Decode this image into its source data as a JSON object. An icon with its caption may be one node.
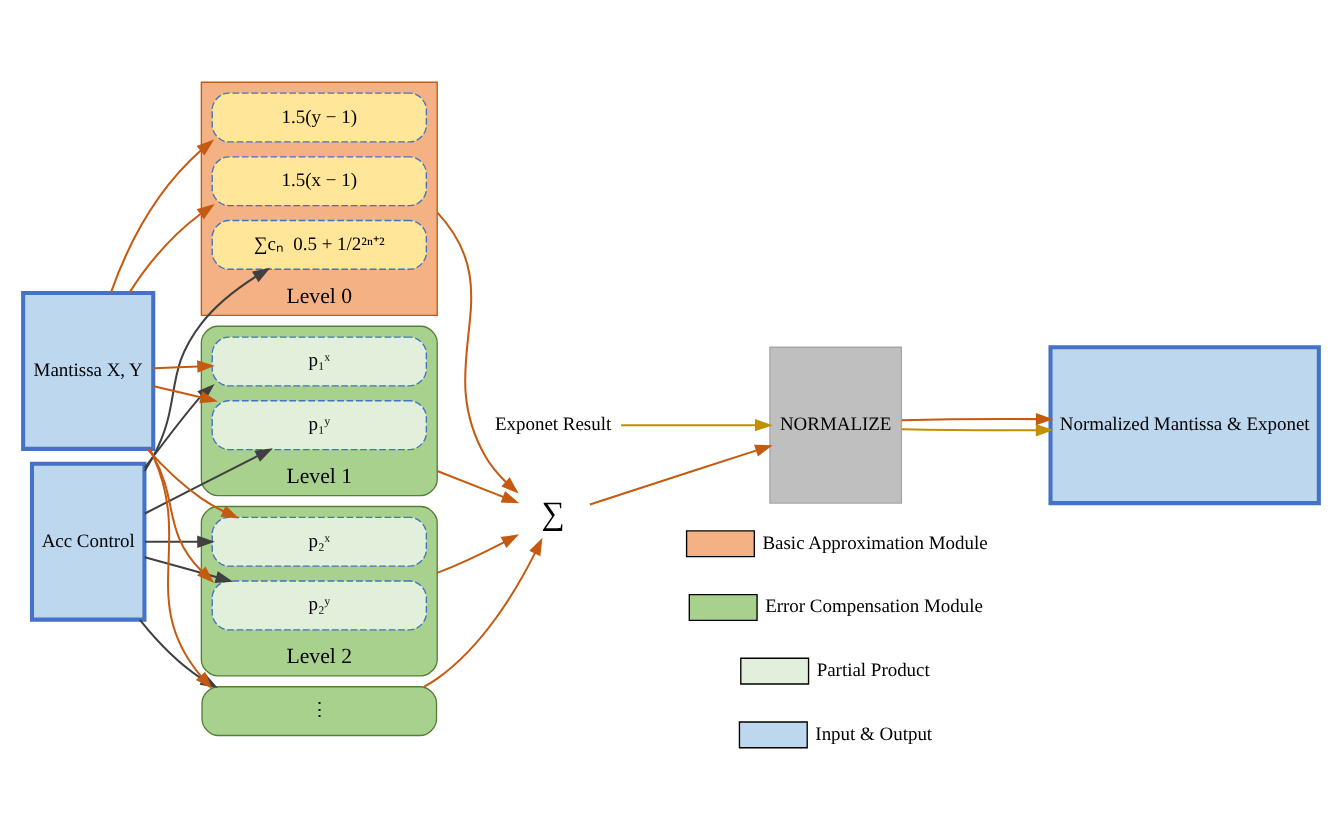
{
  "diagram": {
    "nodes": [
      {
        "text": [
          "Acc Control"
        ]
      },
      {
        "text": [
          "Mantissa X, Y"
        ]
      },
      {
        "text": [
          "Level 0"
        ]
      },
      {
        "text": [
          "∑cₙ  0.5 + 1/2²ⁿ⁺²"
        ],
        "in": 2
      },
      {
        "text": [
          "1.5(x − 1)"
        ],
        "in": 2
      },
      {
        "text": [
          "1.5(y − 1)"
        ],
        "in": 2
      },
      {
        "text": [
          "Level 1"
        ]
      },
      {
        "text": [
          "p₁ˣ"
        ],
        "in": 6
      },
      {
        "text": [
          "p₁ʸ"
        ],
        "in": 6
      },
      {
        "text": [
          "Level 2"
        ]
      },
      {
        "text": [
          "p₂ˣ"
        ],
        "in": 9
      },
      {
        "text": [
          "p₂ʸ"
        ],
        "in": 9
      },
      {
        "text": [
          "⋮"
        ]
      },
      {
        "text": [
          "∑"
        ]
      },
      {
        "text": [
          "Exponet Result"
        ]
      },
      {
        "text": [
          "NORMALIZE"
        ]
      },
      {
        "text": [
          "Normalized Mantissa & Exponet"
        ]
      }
    ],
    "edges": [
      {
        "from": 0,
        "to": 3,
        "arrow": "to",
        "color": "#404040"
      },
      {
        "from": 0,
        "to": 7,
        "arrow": "to",
        "color": "#404040"
      },
      {
        "from": 0,
        "to": 8,
        "arrow": "to",
        "color": "#404040"
      },
      {
        "from": 0,
        "to": 10,
        "arrow": "to",
        "color": "#404040"
      },
      {
        "from": 0,
        "to": 11,
        "arrow": "to",
        "color": "#404040"
      },
      {
        "from": 0,
        "to": 12,
        "arrow": "to",
        "color": "#404040"
      },
      {
        "from": 1,
        "to": 4,
        "arrow": "to"
      },
      {
        "from": 1,
        "to": 5,
        "arrow": "to"
      },
      {
        "from": 1,
        "to": 7,
        "arrow": "to"
      },
      {
        "from": 1,
        "to": 8,
        "arrow": "to"
      },
      {
        "from": 1,
        "to": 10,
        "arrow": "to"
      },
      {
        "from": 1,
        "to": 11,
        "arrow": "to"
      },
      {
        "from": 1,
        "to": 12,
        "arrow": "to"
      },
      {
        "from": 2,
        "to": 13,
        "arrow": "to"
      },
      {
        "from": 6,
        "to": 13,
        "arrow": "to"
      },
      {
        "from": 9,
        "to": 13,
        "arrow": "to"
      },
      {
        "from": 12,
        "to": 13,
        "arrow": "to"
      },
      {
        "from": 14,
        "to": 15,
        "arrow": "to",
        "color": "#bf9000"
      },
      {
        "from": 13,
        "to": 15,
        "arrow": "to"
      },
      {
        "from": 15,
        "to": 16,
        "arrow": "to",
        "color": "#bf9000"
      },
      {
        "from": 15,
        "to": 16,
        "arrow": "to"
      }
    ],
    "legend": [
      {
        "text": "Basic Approximation Module",
        "color": "#f4b183"
      },
      {
        "text": "Error Compensation Module",
        "color": "#a9d18e"
      },
      {
        "text": "Partial Product",
        "color": "#e2efda"
      },
      {
        "text": "Input & Output",
        "color": "#bdd7ee"
      }
    ]
  }
}
